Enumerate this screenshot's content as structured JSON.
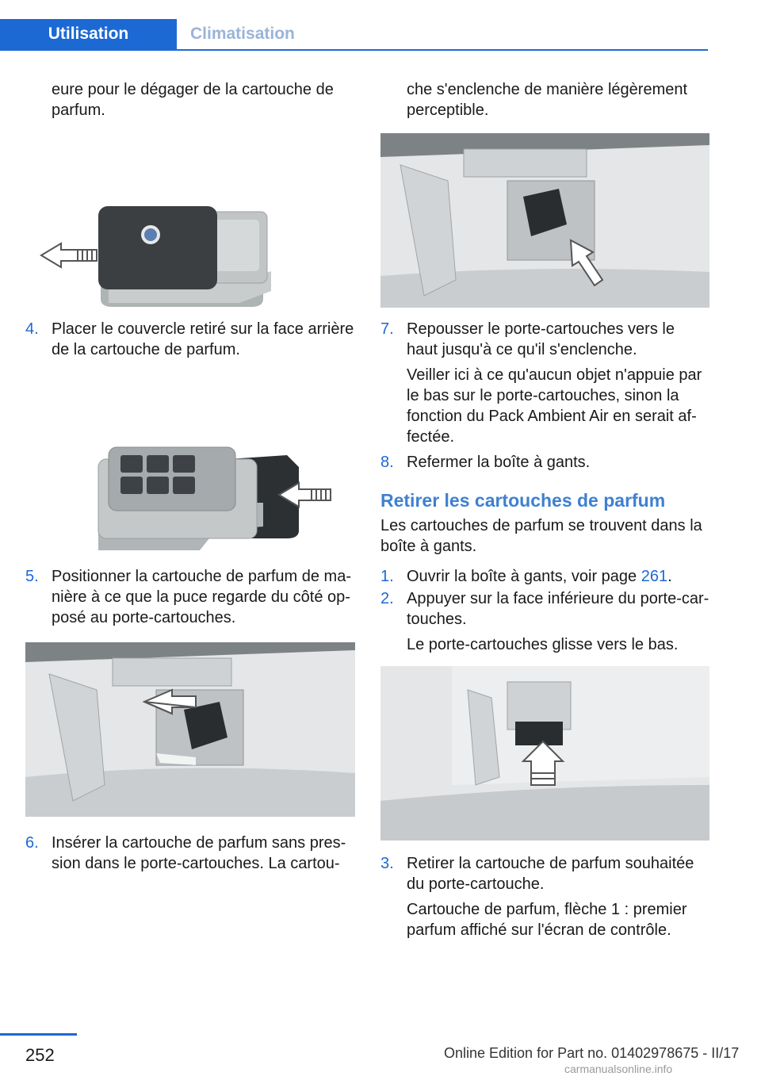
{
  "header": {
    "tab_active": "Utilisation",
    "tab_inactive": "Climatisation"
  },
  "left": {
    "intro": "eure pour le dégager de la cartouche de parfum.",
    "step4": {
      "num": "4.",
      "text": "Placer le couvercle retiré sur la face arrière de la cartouche de parfum."
    },
    "step5": {
      "num": "5.",
      "text": "Positionner la cartouche de parfum de ma­nière à ce que la puce regarde du côté op­posé au porte-cartouches."
    },
    "step6": {
      "num": "6.",
      "text": "Insérer la cartouche de parfum sans pres­sion dans le porte-cartouches. La cartou-"
    }
  },
  "right": {
    "intro": "che s'enclenche de manière légèrement perceptible.",
    "step7": {
      "num": "7.",
      "text": "Repousser le porte-cartouches vers le haut jusqu'à ce qu'il s'enclenche.",
      "sub": "Veiller ici à ce qu'aucun objet n'appuie par le bas sur le porte-cartouches, sinon la fonction du Pack Ambient Air en serait af­fectée."
    },
    "step8": {
      "num": "8.",
      "text": "Refermer la boîte à gants."
    },
    "heading": "Retirer les cartouches de parfum",
    "heading_para": "Les cartouches de parfum se trouvent dans la boîte à gants.",
    "r1": {
      "num": "1.",
      "text_before": "Ouvrir la boîte à gants, voir page ",
      "page": "261",
      "text_after": "."
    },
    "r2": {
      "num": "2.",
      "text": "Appuyer sur la face inférieure du porte-car­touches.",
      "sub": "Le porte-cartouches glisse vers le bas."
    },
    "r3": {
      "num": "3.",
      "text": "Retirer la cartouche de parfum souhaitée du porte-cartouche.",
      "sub": "Cartouche de parfum, flèche 1 : premier parfum affiché sur l'écran de contrôle."
    }
  },
  "footer": {
    "page_number": "252",
    "edition": "Online Edition for Part no. 01402978675 - II/17",
    "watermark": "carmanualsonline.info"
  }
}
